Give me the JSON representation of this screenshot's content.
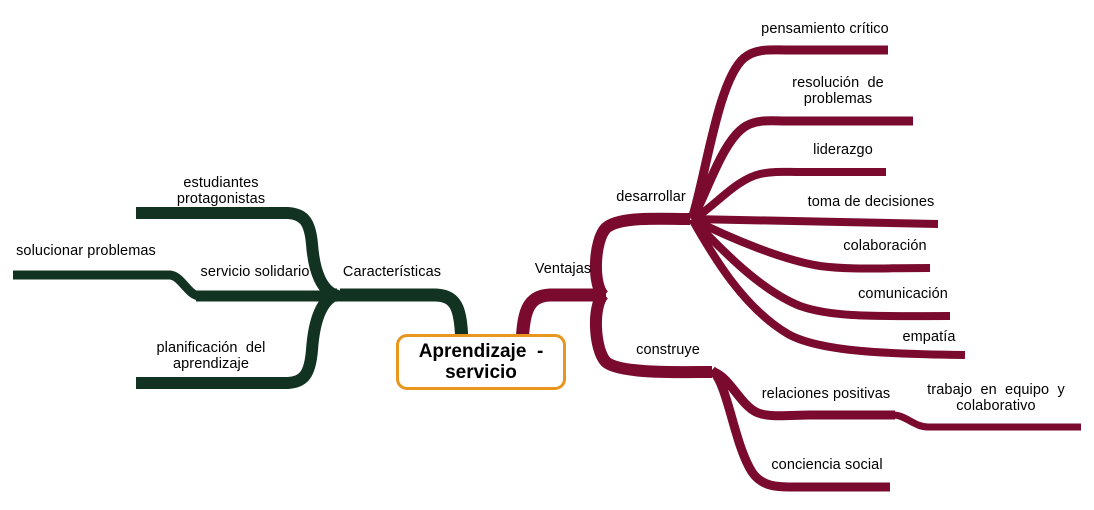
{
  "diagram": {
    "type": "mind-map",
    "title": "Aprendizaje - servicio",
    "background_color": "#ffffff",
    "colors": {
      "left_branch": "#123322",
      "right_branch": "#7a0b2e",
      "center_border": "#e8961e",
      "text": "#000000"
    }
  },
  "center": {
    "label": "Aprendizaje  -\nservicio"
  },
  "left": {
    "trunk_label": "Características",
    "items": [
      {
        "label": "estudiantes\nprotagonistas"
      },
      {
        "label": "servicio solidario"
      },
      {
        "label": "planificación  del\naprendizaje"
      },
      {
        "label": "solucionar problemas"
      }
    ]
  },
  "right": {
    "trunk_label": "Ventajas",
    "groups": [
      {
        "label": "desarrollar",
        "items": [
          {
            "label": "pensamiento crítico"
          },
          {
            "label": "resolución  de\nproblemas"
          },
          {
            "label": "liderazgo"
          },
          {
            "label": "toma de decisiones"
          },
          {
            "label": "colaboración"
          },
          {
            "label": "comunicación"
          },
          {
            "label": "empatía"
          }
        ]
      },
      {
        "label": "construye",
        "items": [
          {
            "label": "relaciones positivas"
          },
          {
            "label": "trabajo  en  equipo  y\ncolaborativo"
          },
          {
            "label": "conciencia social"
          }
        ]
      }
    ]
  }
}
